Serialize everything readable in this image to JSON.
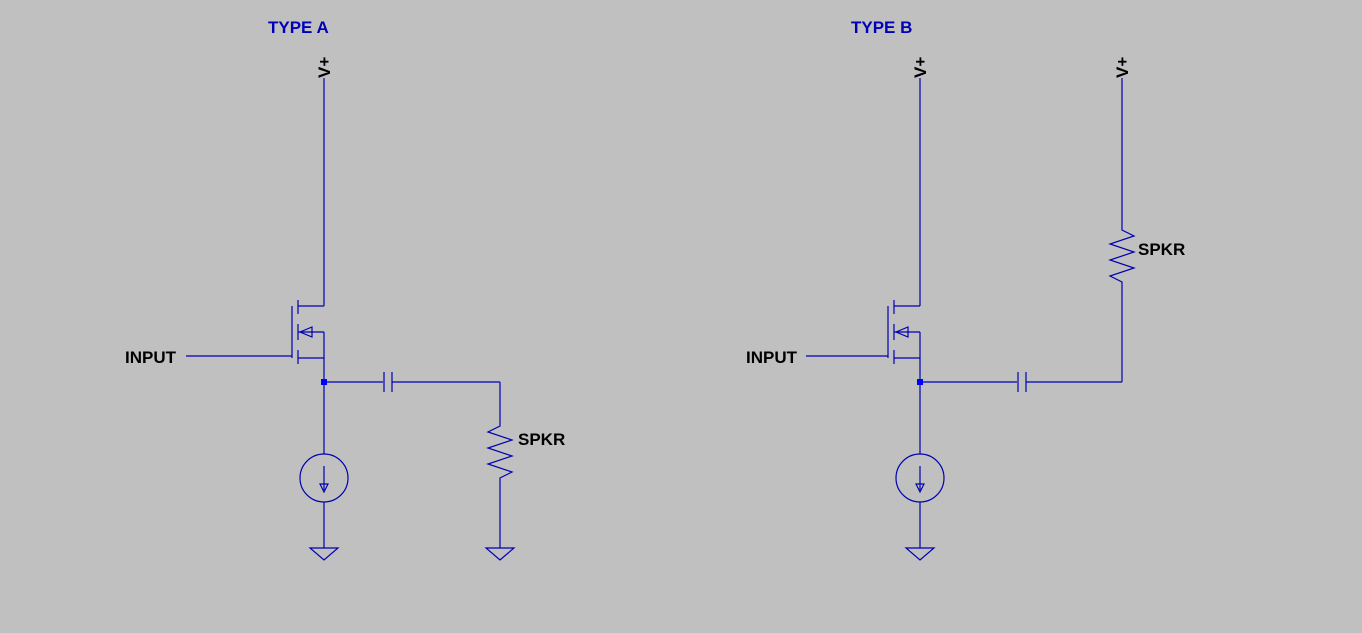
{
  "colors": {
    "background": "#c0c0c0",
    "wire": "#0000b0",
    "junction": "#0000ff",
    "title": "#0000b8",
    "label": "#000000"
  },
  "schematic_a": {
    "title": "TYPE A",
    "supply_label": "V+",
    "input_label": "INPUT",
    "speaker_label": "SPKR"
  },
  "schematic_b": {
    "title": "TYPE B",
    "supply_label_mosfet": "V+",
    "supply_label_speaker": "V+",
    "input_label": "INPUT",
    "speaker_label": "SPKR"
  },
  "icons": {
    "ground": "ground-symbol",
    "current_source": "current-source-symbol",
    "capacitor": "capacitor-symbol",
    "resistor": "resistor-zigzag",
    "mosfet": "nmos-symbol"
  }
}
